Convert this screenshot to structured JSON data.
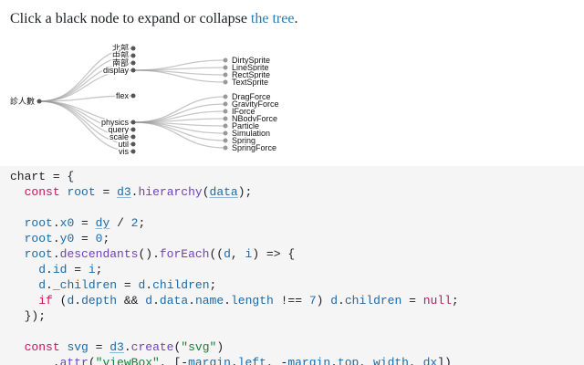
{
  "intro": {
    "text_before": "Click a black node to expand or collapse ",
    "link": "the tree",
    "text_after": "."
  },
  "tree": {
    "root": "診人數",
    "level1": [
      "北部",
      "中部",
      "南部",
      "display",
      "flex",
      "physics",
      "query",
      "scale",
      "util",
      "vis"
    ],
    "display_children": [
      "DirtySprite",
      "LineSprite",
      "RectSprite",
      "TextSprite"
    ],
    "physics_children": [
      "DragForce",
      "GravityForce",
      "IForce",
      "NBodyForce",
      "Particle",
      "Simulation",
      "Spring",
      "SpringForce"
    ],
    "colors": {
      "link": "#999999",
      "node_open": "#555555",
      "node_closed": "#999999"
    }
  },
  "code": {
    "lines": [
      "chart = {",
      "  const root = d3.hierarchy(data);",
      "",
      "  root.x0 = dy / 2;",
      "  root.y0 = 0;",
      "  root.descendants().forEach((d, i) => {",
      "    d.id = i;",
      "    d._children = d.children;",
      "    if (d.depth && d.data.name.length !== 7) d.children = null;",
      "  });",
      "",
      "  const svg = d3.create(\"svg\")",
      "      .attr(\"viewBox\", [-margin.left, -margin.top, width, dx])"
    ]
  }
}
